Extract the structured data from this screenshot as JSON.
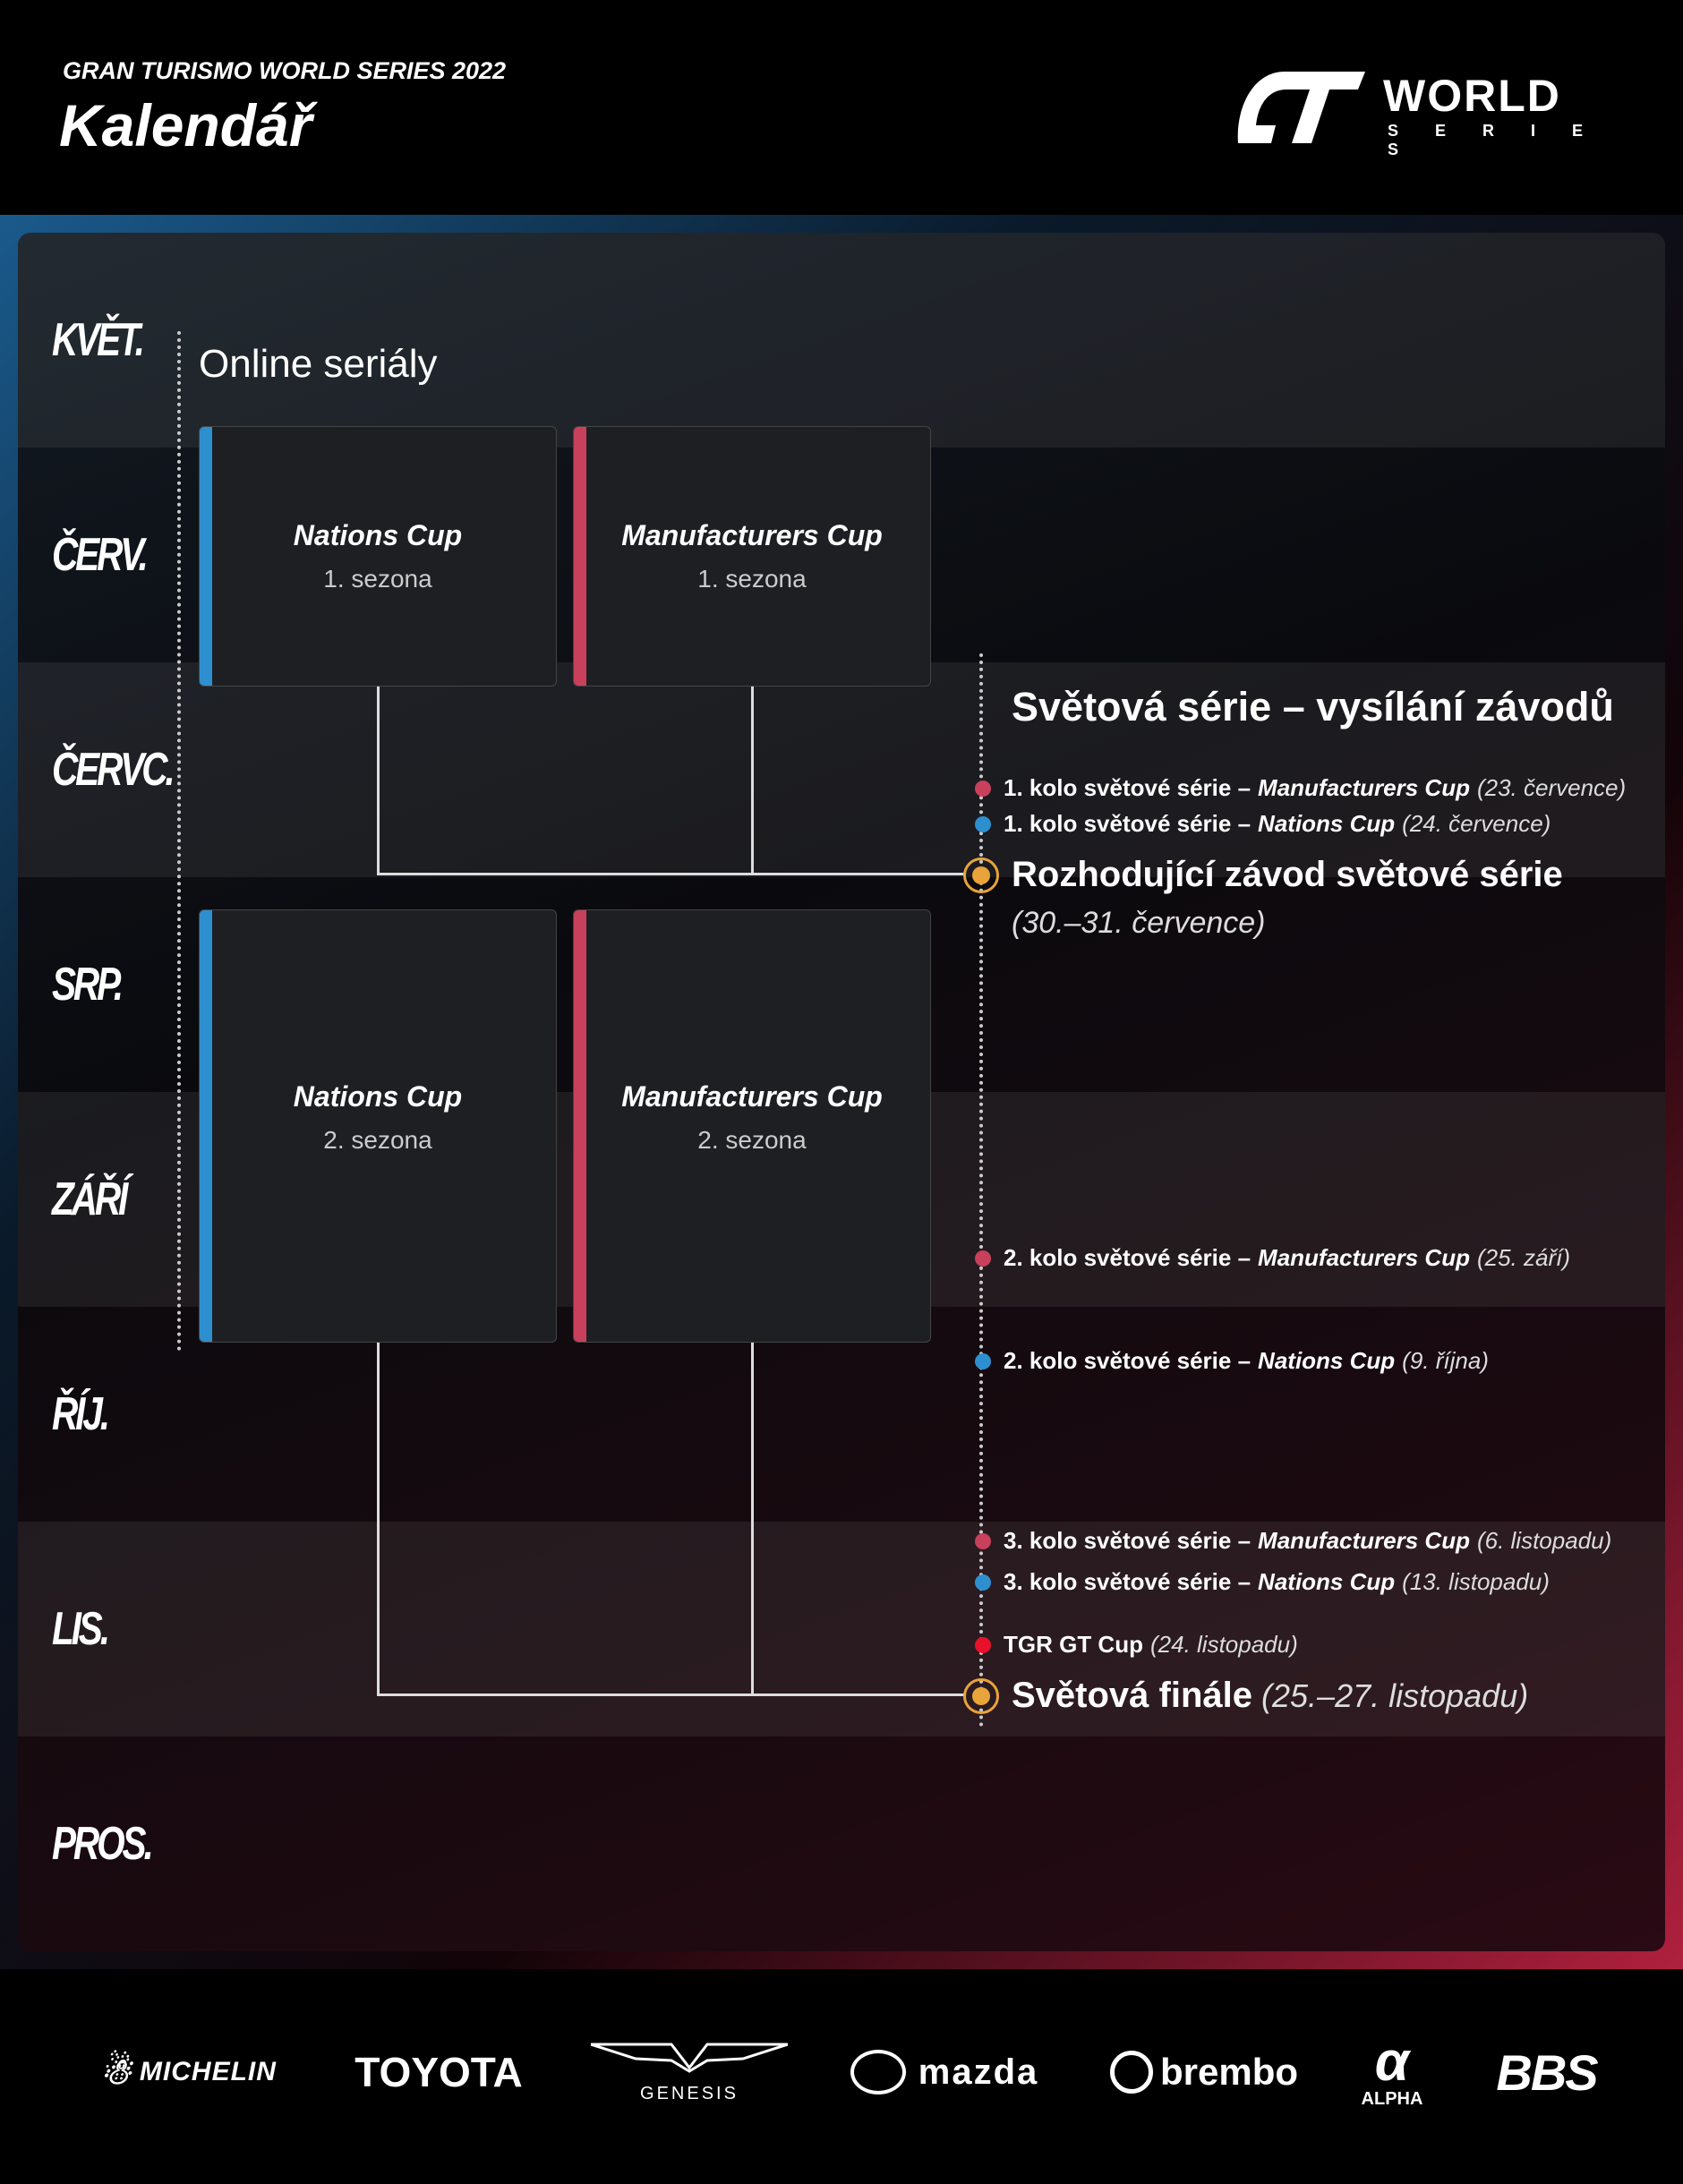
{
  "header": {
    "subtitle": "GRAN TURISMO WORLD SERIES 2022",
    "title": "Kalendář",
    "logo_text": "WORLD",
    "logo_sub": "S E R I E S"
  },
  "months": [
    "KVĚT.",
    "ČERV.",
    "ČERVC.",
    "SRP.",
    "ZÁŘÍ",
    "ŘÍJ.",
    "LIS.",
    "PROS."
  ],
  "online": {
    "heading": "Online seriály",
    "cards": [
      {
        "title": "Nations Cup",
        "season": "1. sezona",
        "color": "#2e8fd0"
      },
      {
        "title": "Manufacturers Cup",
        "season": "1. sezona",
        "color": "#c8405c"
      },
      {
        "title": "Nations Cup",
        "season": "2. sezona",
        "color": "#2e8fd0"
      },
      {
        "title": "Manufacturers Cup",
        "season": "2. sezona",
        "color": "#c8405c"
      }
    ]
  },
  "world": {
    "heading": "Světová série – vysílání závodů",
    "events": [
      {
        "label": "1. kolo světové série –",
        "cup": "Manufacturers Cup",
        "date": "(23. července)",
        "color": "#c8405c"
      },
      {
        "label": "1. kolo světové série –",
        "cup": "Nations Cup",
        "date": "(24. července)",
        "color": "#2e8fd0"
      },
      {
        "label": "2. kolo světové série –",
        "cup": "Manufacturers Cup",
        "date": "(25. září)",
        "color": "#c8405c"
      },
      {
        "label": "2. kolo světové série –",
        "cup": "Nations Cup",
        "date": "(9. října)",
        "color": "#2e8fd0"
      },
      {
        "label": "3. kolo světové série –",
        "cup": "Manufacturers Cup",
        "date": "(6. listopadu)",
        "color": "#c8405c"
      },
      {
        "label": "3. kolo světové série –",
        "cup": "Nations Cup",
        "date": "(13. listopadu)",
        "color": "#2e8fd0"
      },
      {
        "label": "TGR GT Cup",
        "cup": "",
        "date": "(24. listopadu)",
        "color": "#e8102a"
      }
    ],
    "decider": {
      "title": "Rozhodující závod světové série",
      "date": "(30.–31. července)"
    },
    "finals": {
      "title": "Světová finále",
      "date": "(25.–27. listopadu)"
    },
    "highlight_color": "#e8a33a"
  },
  "sponsors": [
    "MICHELIN",
    "TOYOTA",
    "GENESIS",
    "mazda",
    "brembo",
    "ALPHA",
    "BBS"
  ]
}
